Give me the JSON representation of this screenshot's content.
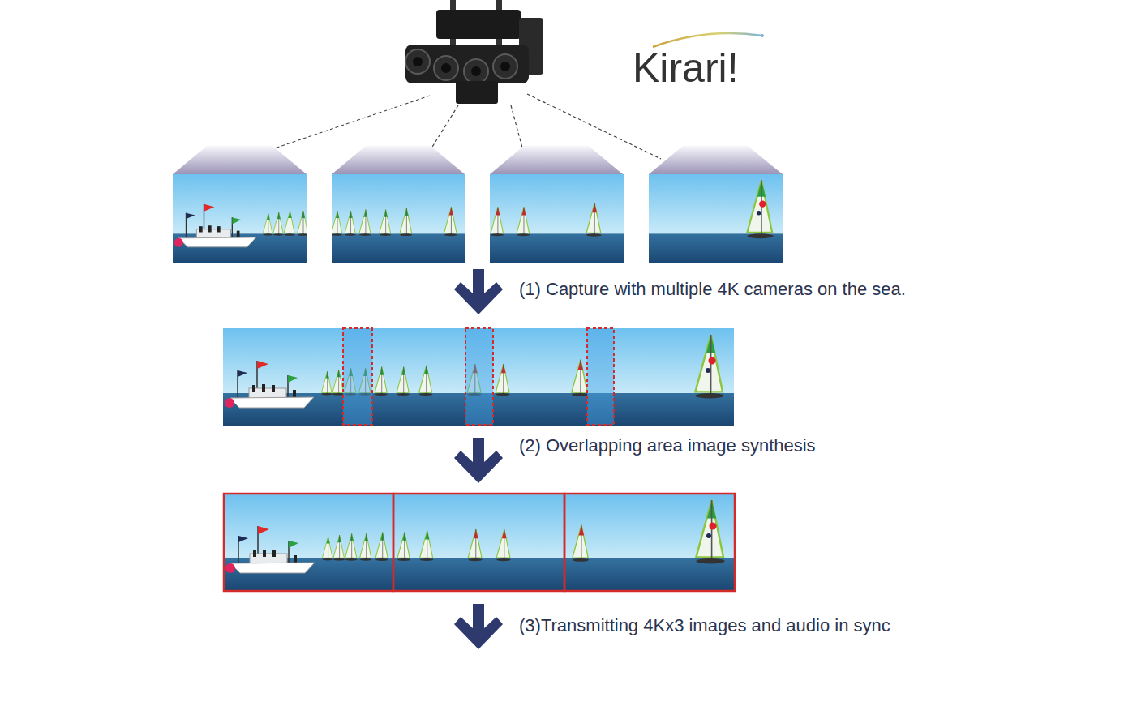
{
  "diagram": {
    "labels": [
      "Kirari!",
      "(1) Capture with multiple 4K cameras on the sea.",
      "(2) Overlapping area image synthesis",
      "(3)Transmitting 4Kx3 images and audio in sync"
    ]
  }
}
